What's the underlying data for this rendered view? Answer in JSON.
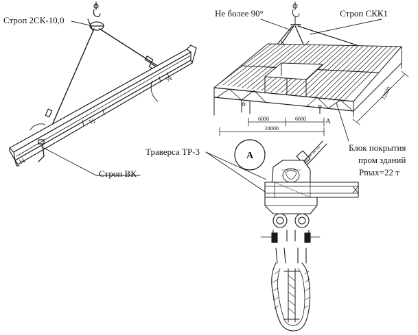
{
  "labels": {
    "sling_2sk": "Строп 2СК-10,0",
    "sling_vk": "Строп ВК",
    "angle_limit": "Не более 90°",
    "sling_skk": "Строп СКК1",
    "traverse": "Траверса ТР-3",
    "block_line1": "Блок покрытия",
    "block_line2": "пром зданий",
    "block_line3": "Pmax=22 т",
    "callout_a": "А",
    "view_a": "А"
  },
  "dimensions": {
    "span_left": "6000",
    "span_right": "6000",
    "total_width": "24000",
    "depth": "12000"
  },
  "beam_marks": {
    "mark_left": "¼",
    "mark_mid": "½",
    "mark_right": "¼"
  }
}
